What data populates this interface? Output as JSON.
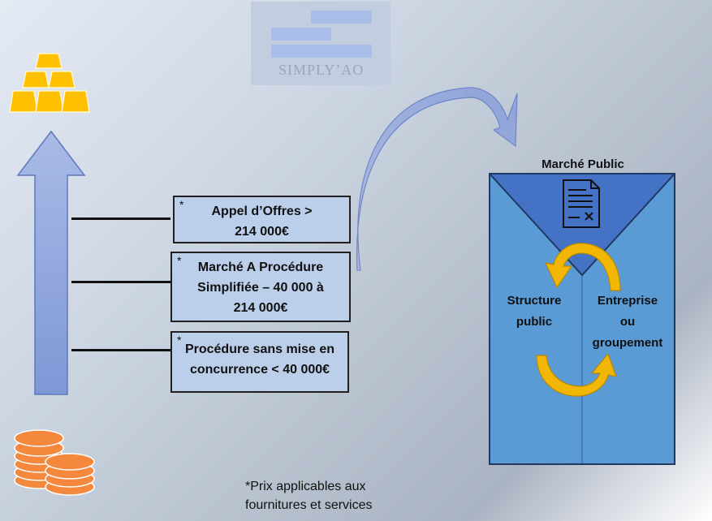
{
  "logo": {
    "text": "SIMPLY’AO"
  },
  "tiers": [
    {
      "star": "*",
      "lines": [
        "Appel d’Offres >",
        "214 000€"
      ]
    },
    {
      "star": "*",
      "lines": [
        "Marché A Procédure",
        "Simplifiée – 40 000 à",
        "214 000€"
      ]
    },
    {
      "star": "*",
      "lines": [
        "Procédure sans mise en",
        "concurrence < 40 000€"
      ]
    }
  ],
  "envelope": {
    "title": "Marché Public",
    "left_label": [
      "Structure",
      "public"
    ],
    "right_label": [
      "Entreprise",
      "ou",
      "groupement"
    ]
  },
  "footnote": [
    "*Prix applicables aux",
    "fournitures et services"
  ],
  "icons": {
    "gold": "gold-bars-icon",
    "coins": "coins-stack-icon",
    "document": "contract-document-icon"
  },
  "colors": {
    "arrow_fill": "#8ea3d9",
    "box_fill": "#bccfea",
    "envelope_body": "#5b9bd5",
    "envelope_flap": "#4472c4",
    "cycle_arrow": "#f2b705",
    "gold": "#ffc000",
    "coins": "#f4883c"
  }
}
